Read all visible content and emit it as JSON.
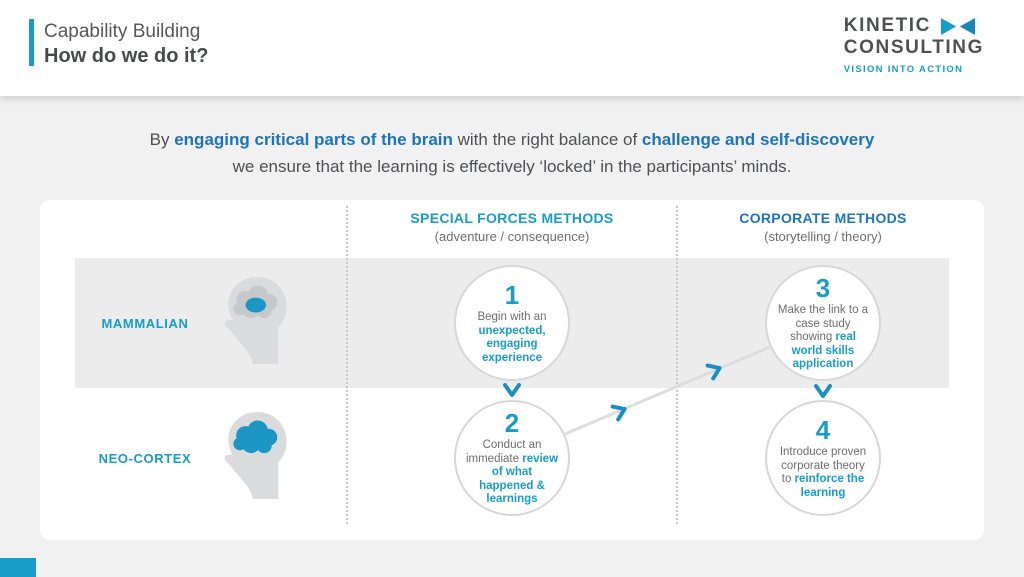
{
  "colors": {
    "teal": "#189cc8",
    "blue": "#1c75bc",
    "band_gray": "#ececed",
    "text_gray": "#6d6e71"
  },
  "header": {
    "kicker": "Capability Building",
    "title": "How do we do it?"
  },
  "logo": {
    "name_line1": "KINETIC",
    "name_line2": "CONSULTING",
    "tagline": "VISION INTO ACTION",
    "icon": "bowtie-icon"
  },
  "intro": {
    "seg1": "By ",
    "bold1": "engaging critical parts of the brain",
    "seg2": " with the right balance of ",
    "bold2": "challenge and self-discovery",
    "line2": "we ensure that the learning is effectively ‘locked’ in the participants’ minds."
  },
  "matrix": {
    "columns": [
      {
        "title": "SPECIAL FORCES METHODS",
        "subtitle": "(adventure / consequence)"
      },
      {
        "title": "CORPORATE METHODS",
        "subtitle": "(storytelling / theory)"
      }
    ],
    "rows": [
      {
        "label": "MAMMALIAN",
        "icon": "mammalian-brain-icon"
      },
      {
        "label": "NEO-CORTEX",
        "icon": "neocortex-brain-icon"
      }
    ],
    "steps": [
      {
        "number": "1",
        "pre": "Begin with an ",
        "highlight": "unexpected, engaging experience"
      },
      {
        "number": "2",
        "pre": "Conduct an immediate ",
        "highlight": "review of what happened & learnings"
      },
      {
        "number": "3",
        "pre": "Make the link to a case study showing ",
        "highlight": "real world skills application"
      },
      {
        "number": "4",
        "pre": "Introduce proven corporate theory to ",
        "highlight": "reinforce the learning"
      }
    ]
  }
}
